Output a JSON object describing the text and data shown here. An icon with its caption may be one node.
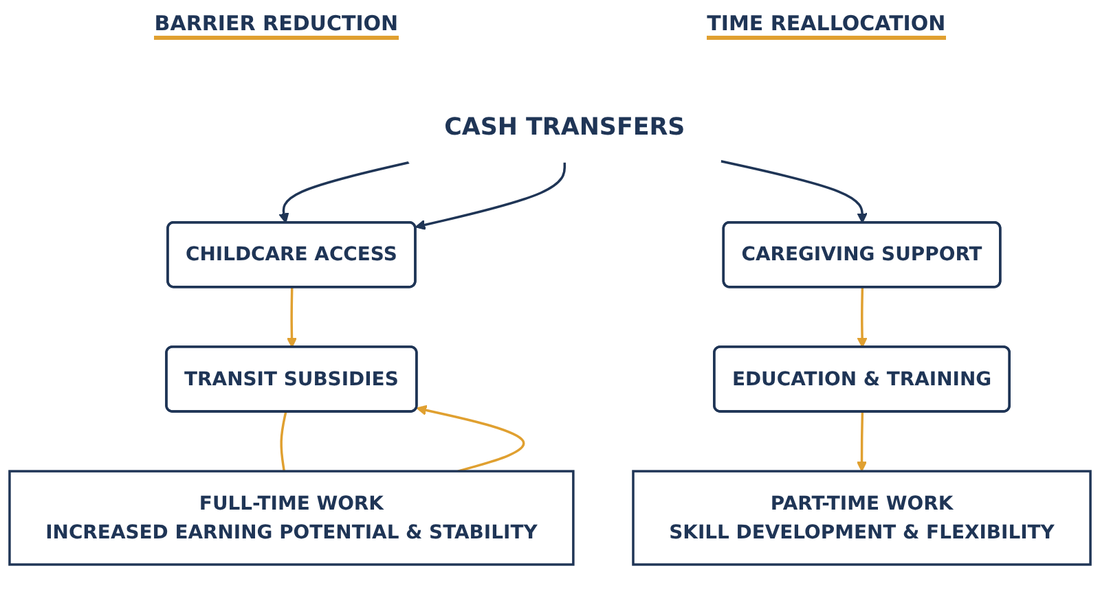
{
  "diagram": {
    "nodes": [
      {
        "text": [
          "CASH TRANSFERS"
        ]
      },
      {
        "text": [
          "CHILDCARE ACCESS"
        ]
      },
      {
        "text": [
          "TRANSIT SUBSIDIES"
        ]
      },
      {
        "text": [
          "FULL-TIME WORK",
          "INCREASED EARNING POTENTIAL & STABILITY"
        ]
      },
      {
        "text": [
          "CAREGIVING SUPPORT"
        ]
      },
      {
        "text": [
          "EDUCATION & TRAINING"
        ]
      },
      {
        "text": [
          "PART-TIME WORK",
          "SKILL DEVELOPMENT & FLEXIBILITY"
        ]
      }
    ],
    "edges": [
      {
        "from": 0,
        "to": 1,
        "arrow": "to",
        "color": "#1f3556"
      },
      {
        "from": 0,
        "to": 1,
        "arrow": "to",
        "color": "#1f3556"
      },
      {
        "from": 0,
        "to": 4,
        "arrow": "to",
        "color": "#1f3556"
      },
      {
        "from": 1,
        "to": 2,
        "arrow": "to"
      },
      {
        "from": 3,
        "to": 2,
        "arrow": "to"
      },
      {
        "from": 2,
        "to": 3,
        "arrow": "none"
      },
      {
        "from": 4,
        "to": 5,
        "arrow": "to"
      },
      {
        "from": 5,
        "to": 6,
        "arrow": "to"
      }
    ],
    "labels": [
      "BARRIER REDUCTION",
      "TIME REALLOCATION"
    ]
  }
}
